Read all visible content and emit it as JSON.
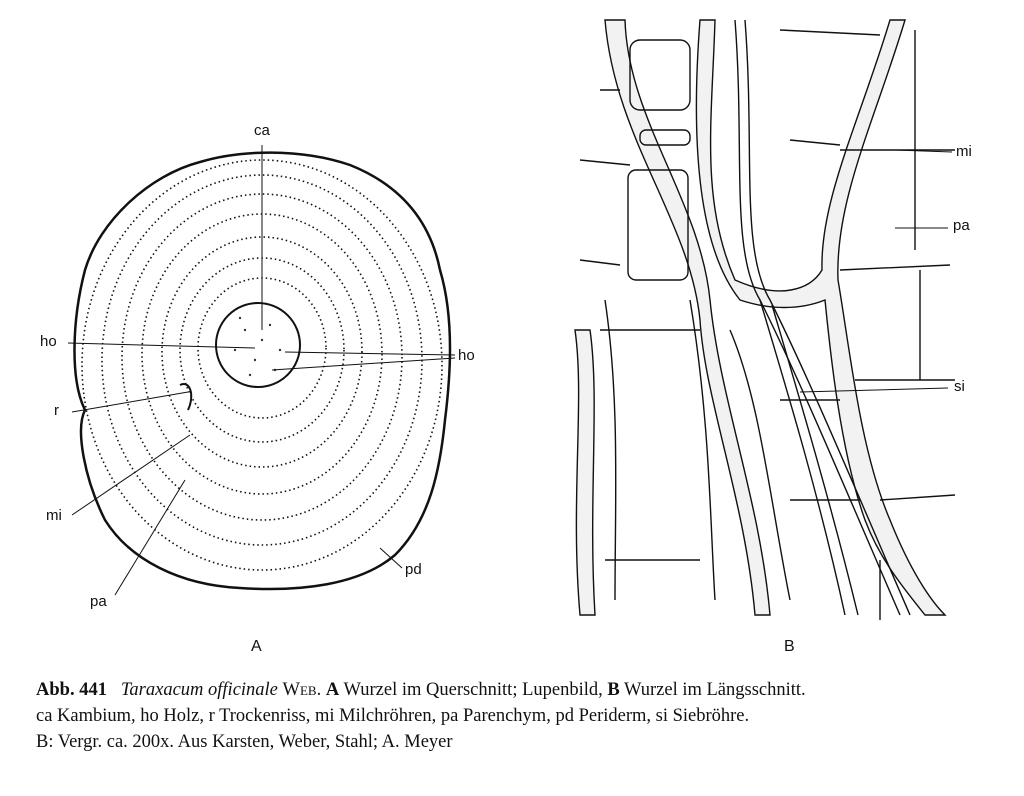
{
  "figure": {
    "panel_a": {
      "letter": "A",
      "labels": {
        "ca": "ca",
        "ho_left": "ho",
        "ho_right": "ho",
        "r": "r",
        "mi": "mi",
        "pa": "pa",
        "pd": "pd"
      }
    },
    "panel_b": {
      "letter": "B",
      "labels": {
        "mi": "mi",
        "pa": "pa",
        "si": "si"
      }
    }
  },
  "caption": {
    "number": "Abb. 441",
    "species": "Taraxacum officinale",
    "author": "Web.",
    "a_letter": "A",
    "a_text": "Wurzel im Querschnitt; Lupenbild,",
    "b_letter": "B",
    "b_text": "Wurzel im Längsschnitt.",
    "line2": "ca Kambium, ho Holz, r Trockenriss, mi Milchröhren, pa Parenchym, pd Periderm, si Siebröhre.",
    "line3": "B: Vergr. ca. 200x. Aus Karsten, Weber, Stahl; A. Meyer"
  }
}
